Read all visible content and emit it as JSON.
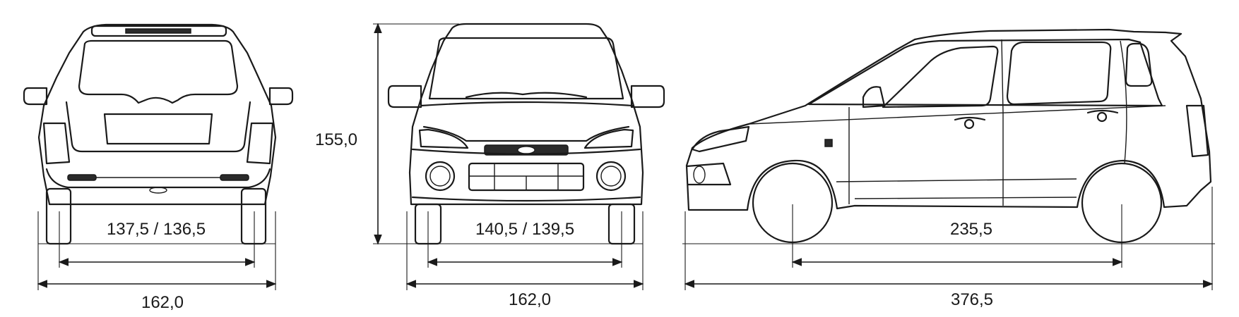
{
  "rear_view": {
    "track_width": "137,5 / 136,5",
    "overall_width": "162,0"
  },
  "front_view": {
    "track_width": "140,5 / 139,5",
    "overall_width": "162,0",
    "overall_height": "155,0"
  },
  "side_view": {
    "wheelbase": "235,5",
    "overall_length": "376,5"
  }
}
